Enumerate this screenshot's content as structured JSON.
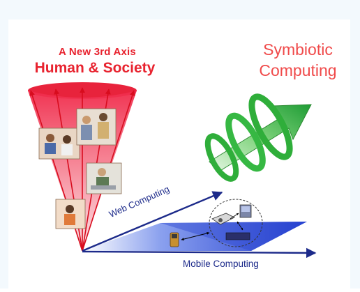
{
  "third_axis": {
    "line1": "A New 3rd Axis",
    "line2": "Human & Society"
  },
  "symbiotic": {
    "line1": "Symbiotic",
    "line2": "Computing"
  },
  "axes": {
    "web": "Web Computing",
    "mobile": "Mobile Computing"
  },
  "colors": {
    "title_red": "#e8232f",
    "cone_red": "#f02a4a",
    "axis_navy": "#1c2a8a",
    "plane_blue": "#3d59d6",
    "spiral_green": "#2fae3a",
    "page_blue_border": "#d7e9f7"
  },
  "icons": [
    "people-photo-icon",
    "cellphone-icon",
    "projector-icon",
    "computer-icon",
    "device-icon"
  ]
}
